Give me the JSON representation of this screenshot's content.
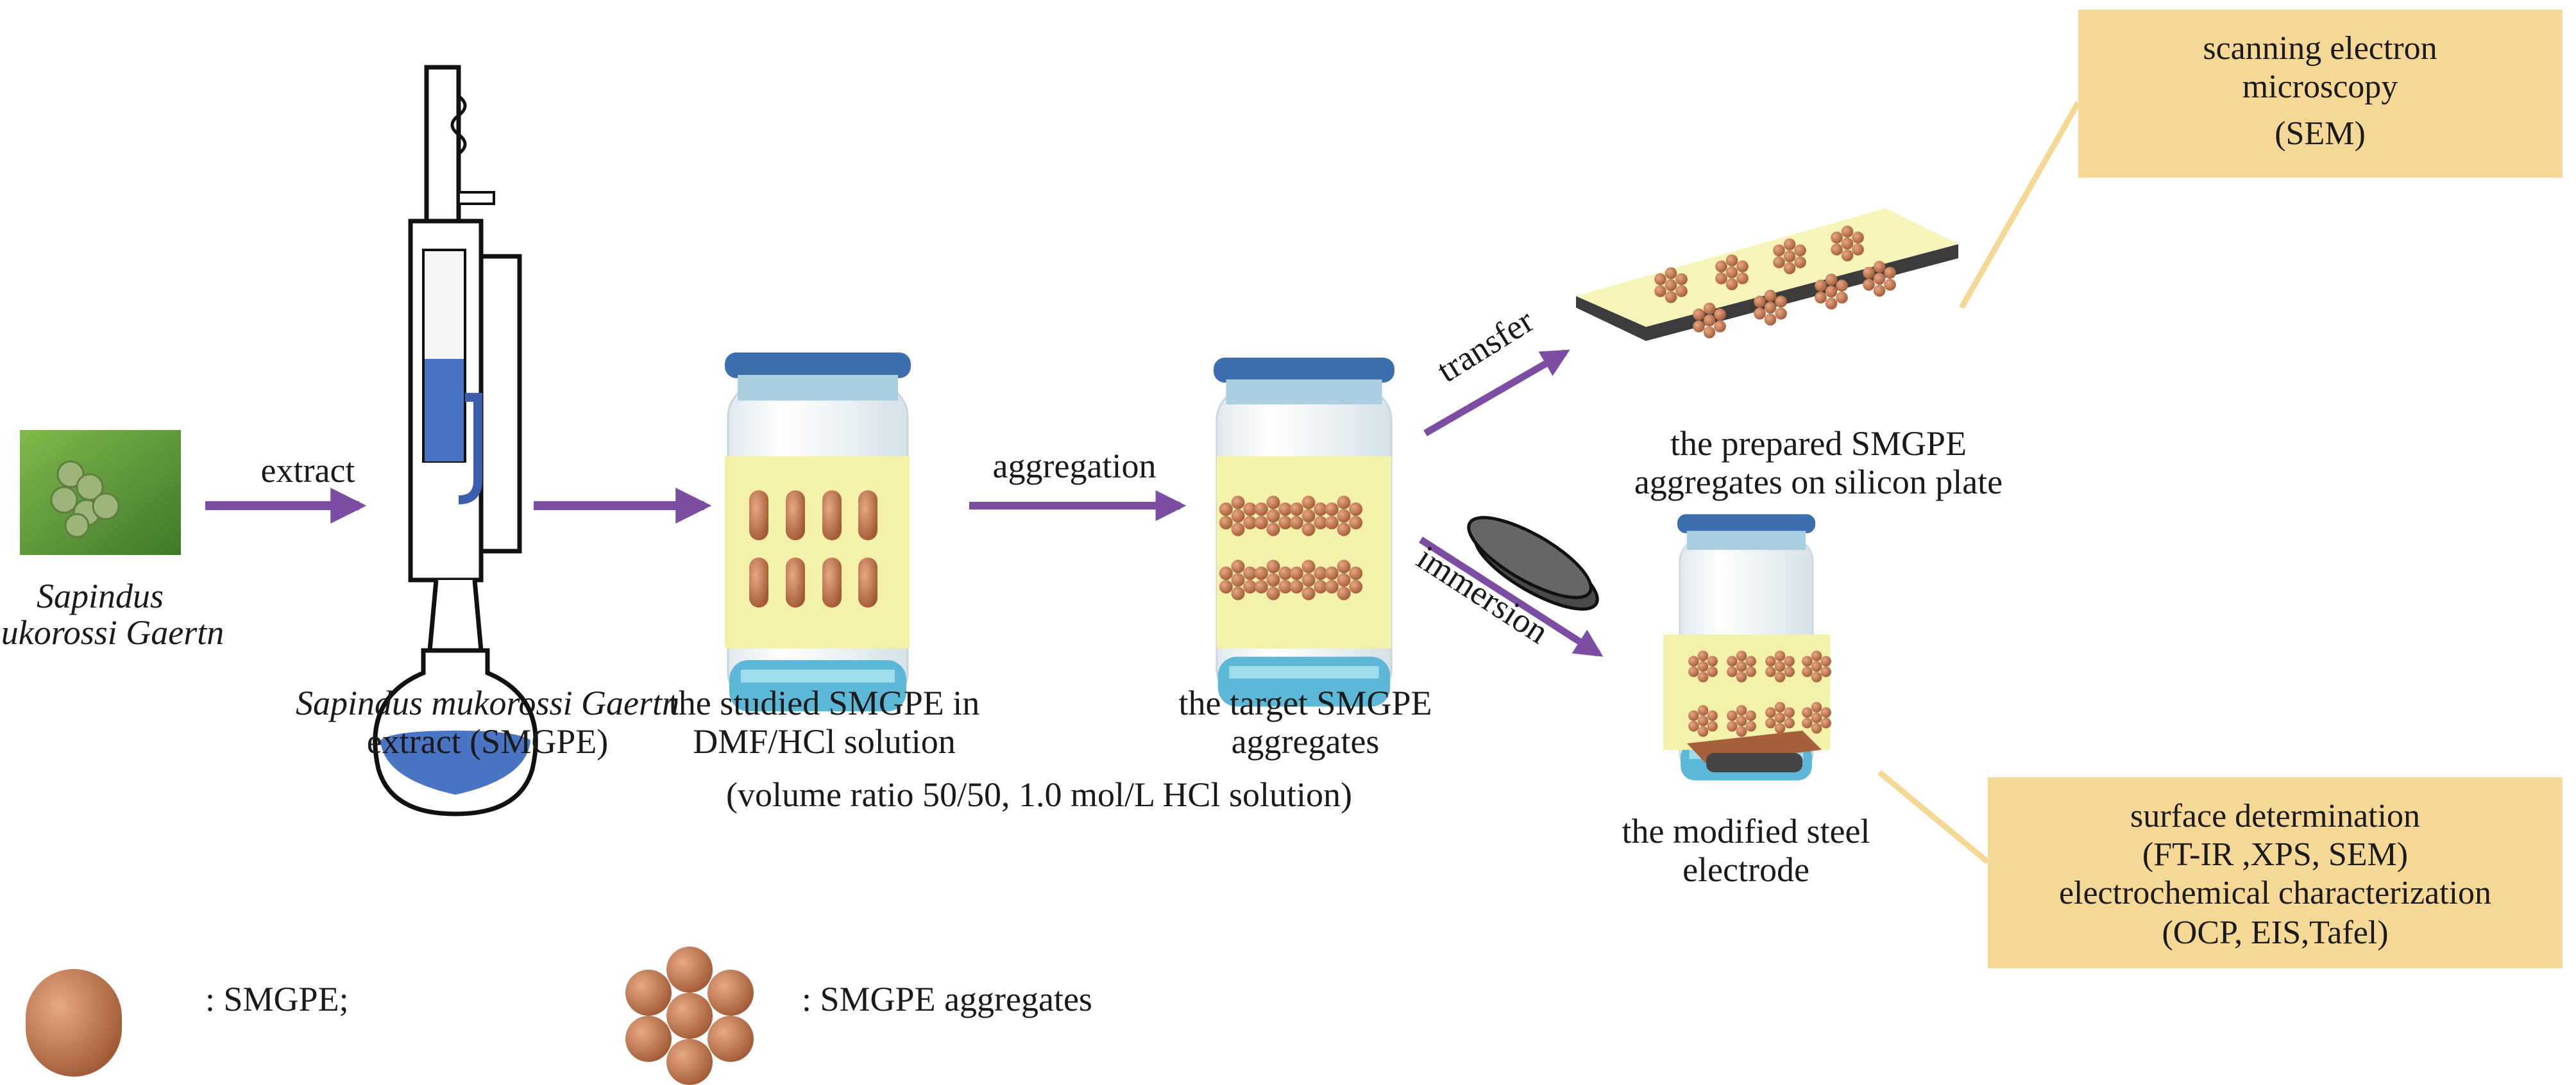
{
  "plant": {
    "name_line1": "Sapindus",
    "name_line2": "mukorossi Gaertn"
  },
  "steps": {
    "extract": "extract",
    "aggregation": "aggregation",
    "transfer": "transfer",
    "immersion": "immersion"
  },
  "labels": {
    "soxhlet_line1": "Sapindus mukorossi Gaertn",
    "soxhlet_line2": "extract (SMGPE)",
    "jar1_line1": "the studied SMGPE in",
    "jar1_line2": "DMF/HCl solution",
    "jar2_line1": "the target SMGPE",
    "jar2_line2": "aggregates",
    "conditions": "(volume ratio 50/50, 1.0 mol/L HCl solution)",
    "plate_line1": "the prepared SMGPE",
    "plate_line2": "aggregates on silicon plate",
    "jar3_line1": "the modified steel",
    "jar3_line2": "electrode"
  },
  "boxes": {
    "sem": [
      "scanning electron",
      "microscopy",
      "(SEM)"
    ],
    "characterization": [
      "surface determination",
      "(FT-IR ,XPS, SEM)",
      "electrochemical characterization",
      "(OCP, EIS,Tafel)"
    ]
  },
  "legend": {
    "smgpe": ":   SMGPE;",
    "aggregates": ":   SMGPE aggregates"
  },
  "colors": {
    "arrow": "#7b4ea3",
    "box": "#f5d896",
    "solution": "#f4f2a8",
    "particle": "#c07a55",
    "jar_blue": "#5cb8d6"
  }
}
